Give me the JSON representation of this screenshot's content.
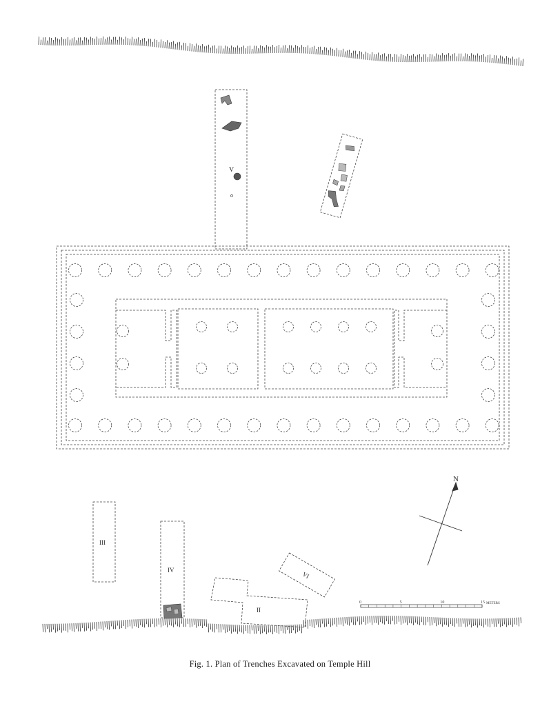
{
  "figure": {
    "caption": "Fig. 1.   Plan of Trenches Excavated on Temple Hill"
  },
  "trenches": [
    {
      "id": "trench-v",
      "label": "V"
    },
    {
      "id": "trench-iii",
      "label": "III"
    },
    {
      "id": "trench-iv",
      "label": "IV"
    },
    {
      "id": "trench-ii",
      "label": "II"
    },
    {
      "id": "trench-vi",
      "label": "VI"
    },
    {
      "id": "trench-unlabeled",
      "label": ""
    }
  ],
  "compass": {
    "label": "N"
  },
  "scale_bar": {
    "ticks": [
      "0",
      "5",
      "10",
      "15"
    ],
    "unit": "METERS"
  },
  "colors": {
    "ink": "#333333",
    "background": "#ffffff"
  }
}
